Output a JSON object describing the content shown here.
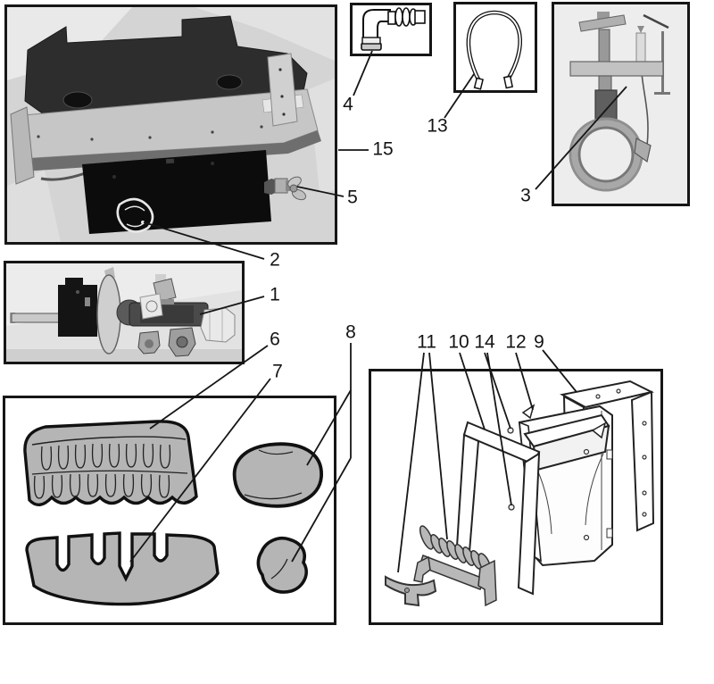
{
  "figure": {
    "type": "exploded-parts-diagram",
    "background_color": "#ffffff",
    "line_color": "#161616",
    "panel_border_color": "#161616",
    "part_fill_color": "#b5b5b5",
    "photo_background_color": "#d6d6d6"
  },
  "callouts": [
    {
      "label": "1"
    },
    {
      "label": "2"
    },
    {
      "label": "3"
    },
    {
      "label": "4"
    },
    {
      "label": "5"
    },
    {
      "label": "6"
    },
    {
      "label": "7"
    },
    {
      "label": "8"
    },
    {
      "label": "9"
    },
    {
      "label": "10"
    },
    {
      "label": "11"
    },
    {
      "label": "12"
    },
    {
      "label": "13"
    },
    {
      "label": "14"
    },
    {
      "label": "15"
    }
  ],
  "panels": [
    {
      "name": "burner-assembly-photo",
      "callout_labels": [
        "15",
        "5",
        "2"
      ]
    },
    {
      "name": "valve-photo",
      "callout_labels": [
        "1"
      ]
    },
    {
      "name": "elbow-fitting-drawing",
      "callout_labels": [
        "4"
      ]
    },
    {
      "name": "flexible-loop-drawing",
      "callout_labels": [
        "13"
      ]
    },
    {
      "name": "pilot-assembly-photo",
      "callout_labels": [
        "3"
      ]
    },
    {
      "name": "coals-drawing",
      "callout_labels": [
        "6",
        "7",
        "8"
      ]
    },
    {
      "name": "frames-exploded-drawing",
      "callout_labels": [
        "11",
        "10",
        "14",
        "12",
        "9"
      ]
    }
  ]
}
